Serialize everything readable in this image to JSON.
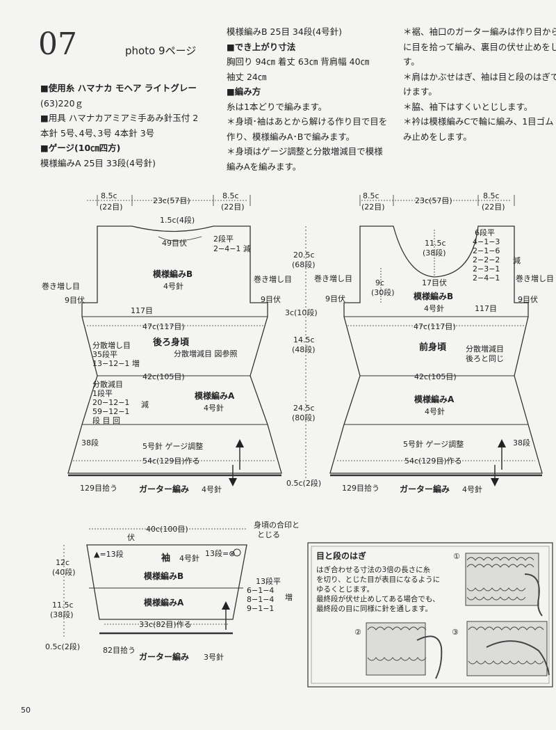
{
  "header": {
    "number": "07",
    "photo": "photo 9ページ"
  },
  "col1": [
    "■使用糸 ハマナカ モヘア ライトグレー",
    "(63)220ｇ",
    "■用具 ハマナカアミアミ手あみ針玉付 2",
    "本針 5号､4号､3号 4本針 3号",
    "■ゲージ(10㎝四方)",
    "模様編みA 25目 33段(4号針)"
  ],
  "col2": [
    "模様編みB 25目 34段(4号針)",
    "■でき上がり寸法",
    "胸回り 94㎝ 着丈 63㎝ 背肩幅 40㎝",
    "袖丈 24㎝",
    "■編み方",
    "糸は1本どりで編みます。",
    "＊身頃･袖はあとから解ける作り目で目を",
    "作り、模様編みA･Bで編みます。",
    "＊身頃はゲージ調整と分散増減目で模様",
    "編みAを編みます。"
  ],
  "col3": [
    "＊裾、袖口のガーター編みは作り目から",
    "に目を拾って編み、裏目の伏せ止めをし",
    "す。",
    "＊肩はかぶせはぎ、袖は目と段のはぎで",
    "けます。",
    "＊脇、袖下はすくいとじします。",
    "＊衿は模様編みCで輪に編み、1目ゴム",
    "み止めをします。"
  ],
  "back": {
    "top_side": "8.5c",
    "top_side_st": "(22目)",
    "top_mid": "23c(57目)",
    "neck_w": "1.5c(4段)",
    "neck_bo": "49目伏",
    "neck_flat": "2段平",
    "neck_dec": "2−4−1 減",
    "title_b": "模様編みB",
    "needle_b": "4号針",
    "cast_on_left": "巻き増し目",
    "cast_on_right": "巻き増し目",
    "bo_left": "9目伏",
    "bo_right": "9目伏",
    "st117": "117目",
    "w47": "47c(117目)",
    "name": "後ろ身頃",
    "inc_title": "分散増し目",
    "inc_rows": "35段平",
    "inc_rule": "13−12−1 増",
    "dist_note": "分散増減目 図参照",
    "w42": "42c(105目)",
    "dec_title": "分散減目",
    "dec_flat": "1段平",
    "dec_r1": "20−12−1",
    "dec_r2": "59−12−1",
    "dec_legend": "段 目 回",
    "dec_mark": "減",
    "title_a": "模様編みA",
    "needle_a": "4号針",
    "rows38": "38段",
    "gauge_adj": "5号針 ゲージ調整",
    "w54": "54c(129目)作る",
    "pick": "129目拾う",
    "garter": "ガーター編み",
    "needle_g": "4号針"
  },
  "center": {
    "h1": "20.5c",
    "h1r": "(68段)",
    "h2": "3c(10段)",
    "h3": "14.5c",
    "h3r": "(48段)",
    "h4": "24.5c",
    "h4r": "(80段)",
    "h5": "0.5c(2段)"
  },
  "front": {
    "top_side": "8.5c",
    "top_side_st": "(22目)",
    "top_mid": "23c(57目)",
    "neck_depth": "11.5c",
    "neck_depth_r": "(38段)",
    "neck_rules": [
      "6段平",
      "4−1−3",
      "2−1−6",
      "2−2−2",
      "2−3−1",
      "2−4−1"
    ],
    "neck_mark": "減",
    "bo17": "17目伏",
    "h9": "9c",
    "h9r": "(30段)",
    "cast_on_left": "巻き増し目",
    "cast_on_right": "巻き増し目",
    "bo_left": "9目伏",
    "bo_right": "9目伏",
    "title_b": "模様編みB",
    "needle_b": "4号針",
    "st117": "117目",
    "w47": "47c(117目)",
    "name": "前身頃",
    "note1": "分散増減目",
    "note2": "後ろと同じ",
    "w42": "42c(105目)",
    "title_a": "模様編みA",
    "needle_a": "4号針",
    "rows38": "38段",
    "gauge_adj": "5号針 ゲージ調整",
    "w54": "54c(129目)作る",
    "pick": "129目拾う",
    "garter": "ガーター編み",
    "needle_g": "4号針"
  },
  "sleeve": {
    "w40": "40c(100目)",
    "bo": "伏",
    "join_note1": "身頃の合印と",
    "join_note2": "とじる",
    "mark13a": "▲=13段",
    "name": "袖",
    "needle": "4号針",
    "mark13b": "13段=⊗",
    "h12": "12c",
    "h12r": "(40段)",
    "title_b": "模様編みB",
    "inc_rules": [
      "13段平",
      "6−1−4",
      "8−1−4",
      "9−1−1"
    ],
    "inc_mark": "増",
    "h115": "11.5c",
    "h115r": "(38段)",
    "title_a": "模様編みA",
    "w33": "33c(82目)作る",
    "h05": "0.5c(2段)",
    "pick": "82目拾う",
    "garter": "ガーター編み",
    "needle_g": "3号針"
  },
  "box": {
    "title": "目と段のはぎ",
    "lines": [
      "はぎ合わせる寸法の3倍の長さに糸",
      "を切り、とじた目が表目になるように",
      "ゆるくとじます。",
      "最終段が伏せ止めしてある場合でも、",
      "最終段の目に同様に針を通します。"
    ],
    "step1": "①",
    "step2": "②",
    "step3": "③"
  },
  "page_number": "50"
}
